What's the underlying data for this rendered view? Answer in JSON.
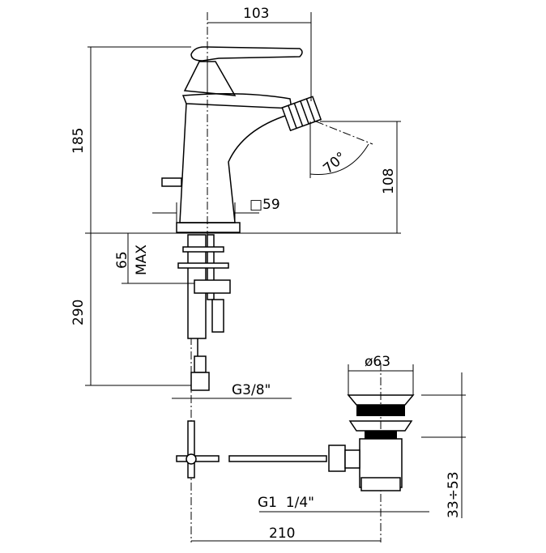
{
  "dimensions": {
    "width_top": "103",
    "height_total": "185",
    "spout_angle": "70°",
    "spout_height": "108",
    "base_square": "□59",
    "thickness_max_value": "65",
    "thickness_max_label": "MAX",
    "hose_length": "290",
    "hose_thread": "G3/8\"",
    "waste_diameter": "ø63",
    "waste_thread": "G1  1/4\"",
    "waste_range": "33÷53",
    "rod_length": "210"
  }
}
